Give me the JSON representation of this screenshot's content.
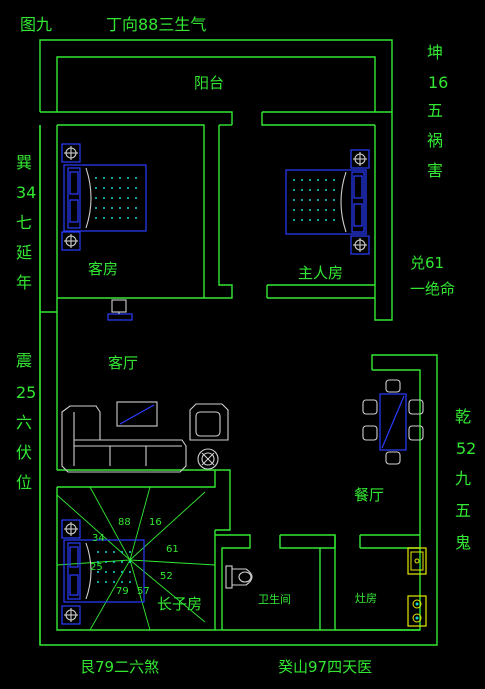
{
  "header": {
    "figure_no": "图九",
    "orientation": "丁向88三生气"
  },
  "rooms": {
    "balcony": "阳台",
    "guest_room": "客房",
    "master_room": "主人房",
    "living_room": "客厅",
    "dining_room": "餐厅",
    "eldest_son_room": "长子房",
    "bathroom": "卫生间",
    "kitchen": "灶房"
  },
  "side_labels": {
    "kun": [
      "坤",
      "16",
      "五",
      "祸",
      "害"
    ],
    "xun": [
      "巽",
      "34",
      "七",
      "延",
      "年"
    ],
    "dui": [
      "兑61",
      "一绝命"
    ],
    "zhen": [
      "震",
      "25",
      "六",
      "伏",
      "位"
    ],
    "qian": [
      "乾",
      "52",
      "九",
      "五",
      "鬼"
    ]
  },
  "bottom_labels": {
    "gen": "艮79二六煞",
    "gui": "癸山97四天医"
  },
  "star_numbers": [
    "88",
    "16",
    "34",
    "61",
    "25",
    "52",
    "79",
    "57"
  ],
  "colors": {
    "background": "#000000",
    "walls": "#33e833",
    "furniture_blue": "#2a3cff",
    "furniture_gray": "#cfcfcf",
    "cyan": "#19d6d6",
    "yellow": "#e8e800"
  }
}
